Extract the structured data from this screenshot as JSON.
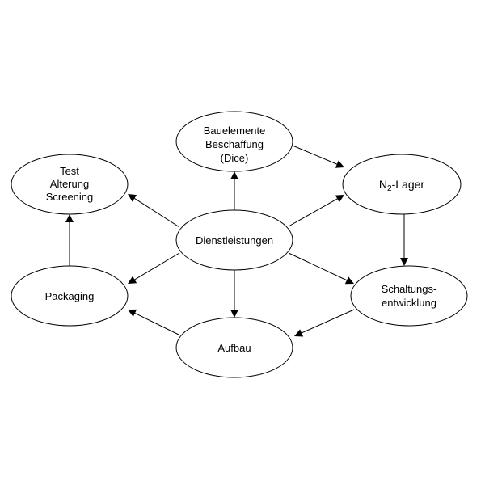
{
  "diagram": {
    "nodes": {
      "bauelemente": {
        "lines": [
          "Bauelemente",
          "Beschaffung",
          "(Dice)"
        ]
      },
      "n2lager": {
        "prefix": "N",
        "sub": "2",
        "suffix": "-Lager"
      },
      "test": {
        "lines": [
          "Test",
          "Alterung",
          "Screening"
        ]
      },
      "dienstleistungen": {
        "lines": [
          "Dienstleistungen"
        ]
      },
      "packaging": {
        "lines": [
          "Packaging"
        ]
      },
      "schaltung": {
        "lines": [
          "Schaltungs-",
          "entwicklung"
        ]
      },
      "aufbau": {
        "lines": [
          "Aufbau"
        ]
      }
    },
    "edges": [
      {
        "from": "dienstleistungen",
        "to": "bauelemente"
      },
      {
        "from": "dienstleistungen",
        "to": "test"
      },
      {
        "from": "dienstleistungen",
        "to": "n2lager"
      },
      {
        "from": "dienstleistungen",
        "to": "packaging"
      },
      {
        "from": "dienstleistungen",
        "to": "schaltung"
      },
      {
        "from": "dienstleistungen",
        "to": "aufbau"
      },
      {
        "from": "bauelemente",
        "to": "n2lager"
      },
      {
        "from": "n2lager",
        "to": "schaltung"
      },
      {
        "from": "schaltung",
        "to": "aufbau"
      },
      {
        "from": "aufbau",
        "to": "packaging"
      },
      {
        "from": "packaging",
        "to": "test"
      }
    ]
  }
}
